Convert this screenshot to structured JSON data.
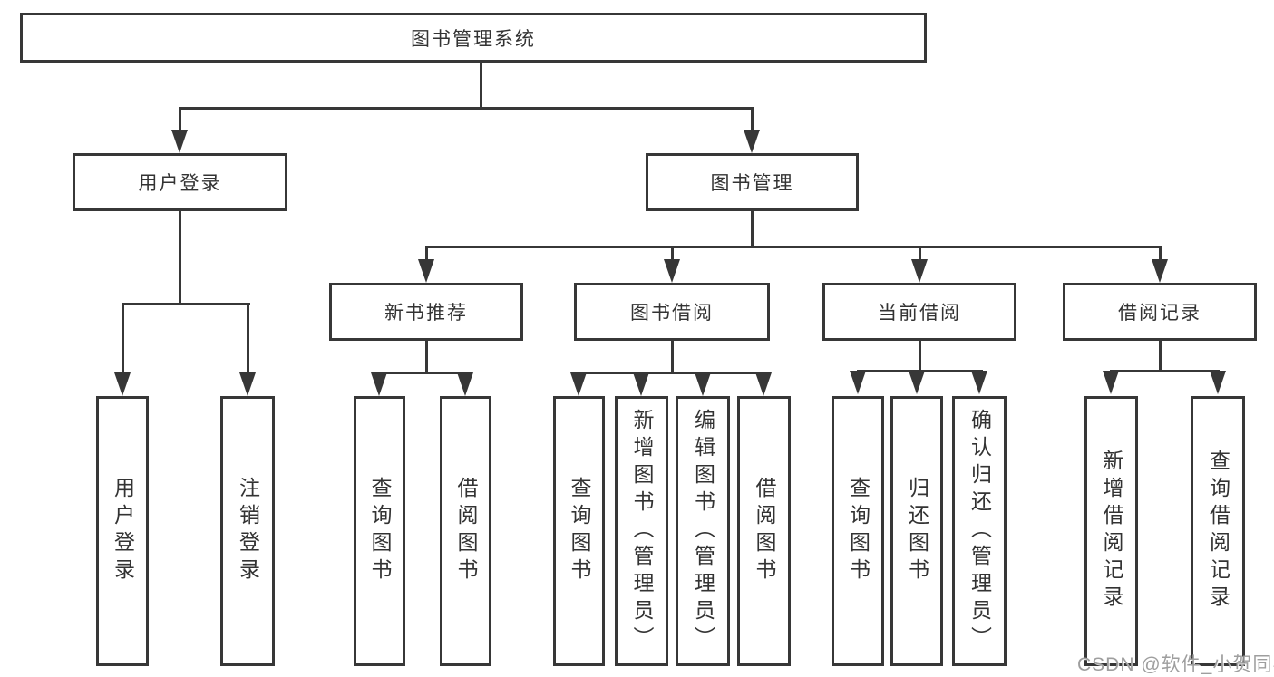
{
  "diagram": {
    "watermark": "CSDN @软件_小贺同学",
    "colors": {
      "line": "#373737",
      "box_border": "#373737",
      "box_fill": "#ffffff",
      "text": "#333333",
      "watermark": "#9e9e9e"
    },
    "tree": {
      "root": {
        "label": "图书管理系统",
        "children": [
          {
            "label": "用户登录",
            "children": [
              {
                "label": "用户登录"
              },
              {
                "label": "注销登录"
              }
            ]
          },
          {
            "label": "图书管理",
            "children": [
              {
                "label": "新书推荐",
                "children": [
                  {
                    "label": "查询图书"
                  },
                  {
                    "label": "借阅图书"
                  }
                ]
              },
              {
                "label": "图书借阅",
                "children": [
                  {
                    "label": "查询图书"
                  },
                  {
                    "label": "新增图书（管理员）"
                  },
                  {
                    "label": "编辑图书（管理员）"
                  },
                  {
                    "label": "借阅图书"
                  }
                ]
              },
              {
                "label": "当前借阅",
                "children": [
                  {
                    "label": "查询图书"
                  },
                  {
                    "label": "归还图书"
                  },
                  {
                    "label": "确认归还（管理员）"
                  }
                ]
              },
              {
                "label": "借阅记录",
                "children": [
                  {
                    "label": "新增借阅记录"
                  },
                  {
                    "label": "查询借阅记录"
                  }
                ]
              }
            ]
          }
        ]
      }
    }
  }
}
